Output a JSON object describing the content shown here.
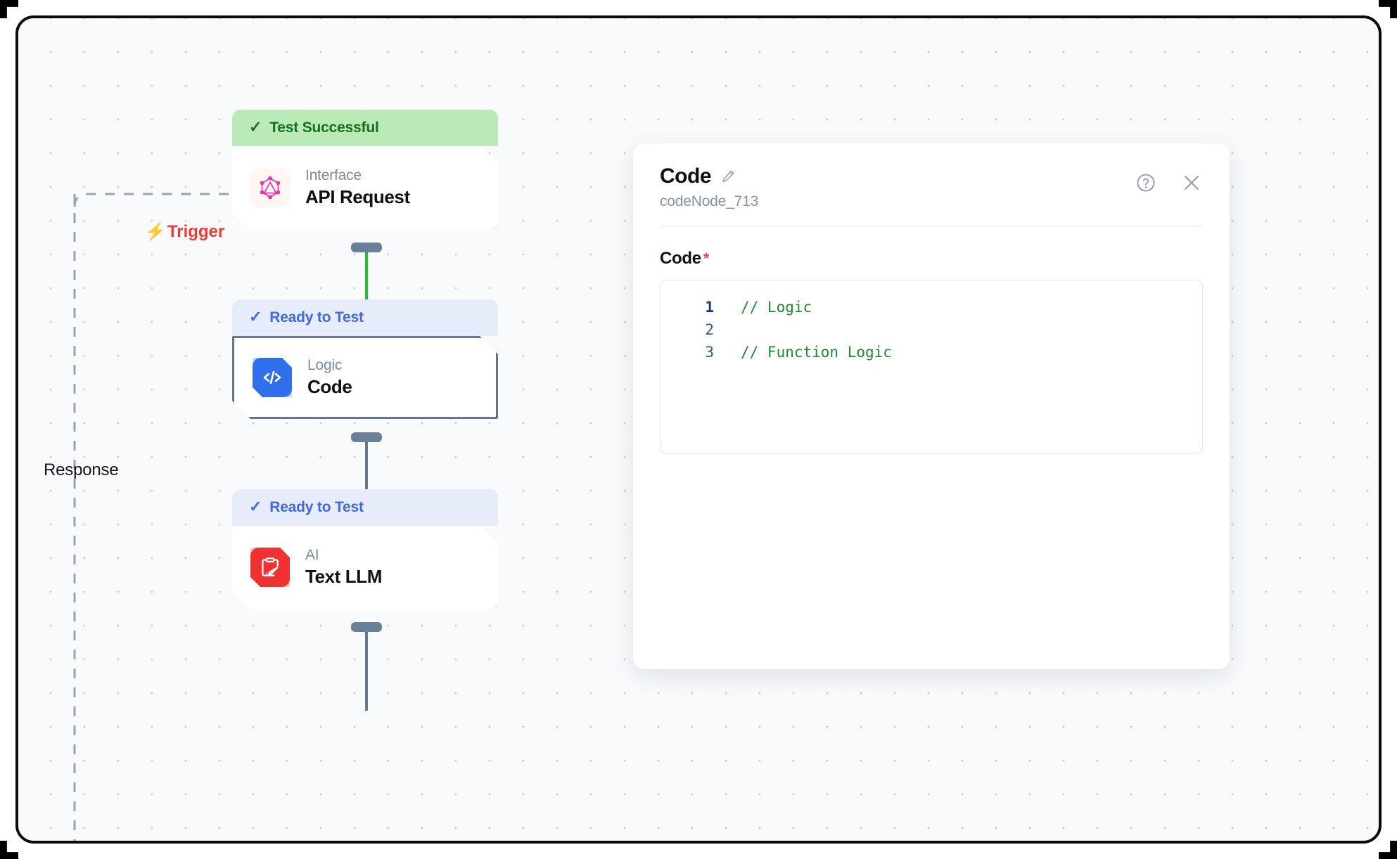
{
  "canvas": {
    "trigger_label": "Trigger",
    "trigger_icon": "lightning-bolt-icon",
    "response_label": "Response",
    "accent_red": "#ef3b36",
    "grid_dot_color": "#c8ced8",
    "background": "#f8fafc"
  },
  "workflow": {
    "nodes": [
      {
        "status": "Test Successful",
        "status_type": "success",
        "status_bg": "#bbeab9",
        "status_color": "#15701c",
        "kind": "Interface",
        "title": "API Request",
        "icon": "graphql-icon",
        "selected": false
      },
      {
        "status": "Ready to Test",
        "status_type": "ready",
        "status_bg": "#e7ecfb",
        "status_color": "#3f6ae0",
        "kind": "Logic",
        "title": "Code",
        "icon": "code-brackets-icon",
        "selected": true
      },
      {
        "status": "Ready to Test",
        "status_type": "ready",
        "status_bg": "#e7ecfb",
        "status_color": "#3f6ae0",
        "kind": "AI",
        "title": "Text LLM",
        "icon": "clipboard-pencil-icon",
        "selected": false
      }
    ],
    "connectors": [
      {
        "from": "API Request",
        "to": "Code",
        "color": "#22c32a",
        "state": "tested"
      },
      {
        "from": "Code",
        "to": "Text LLM",
        "color": "#657a92",
        "state": "default"
      }
    ]
  },
  "panel": {
    "title": "Code",
    "edit_icon": "pencil-icon",
    "subtitle": "codeNode_713",
    "help_icon": "question-circle-icon",
    "close_icon": "close-icon",
    "field": {
      "label": "Code",
      "required_marker": "*",
      "lines": [
        {
          "number": "1",
          "text": "// Logic"
        },
        {
          "number": "2",
          "text": ""
        },
        {
          "number": "3",
          "text": "// Function Logic"
        }
      ]
    }
  }
}
